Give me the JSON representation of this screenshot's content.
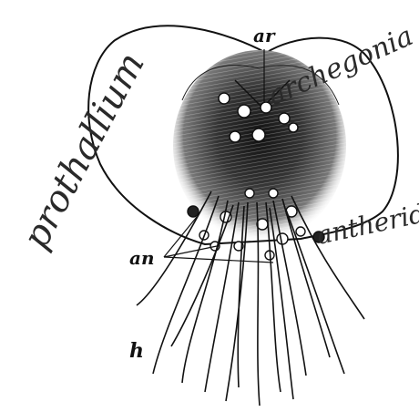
{
  "figure": {
    "labels": {
      "archegonia_pointer": "ar",
      "antheridia_pointer": "an",
      "rhizoids_pointer": "h"
    },
    "handwritten_notes": {
      "left": "prothallium",
      "top_right": "archegonia",
      "right": "antheridia"
    }
  }
}
